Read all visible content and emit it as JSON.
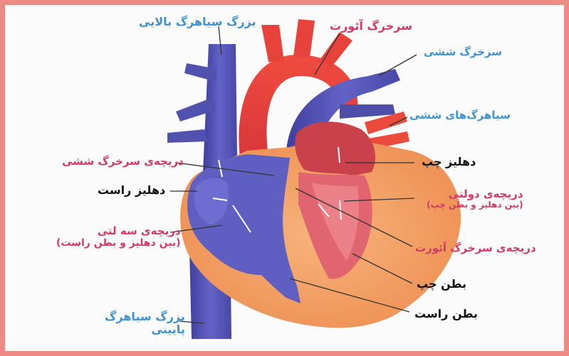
{
  "diagram": {
    "labels": {
      "superior_vena_cava": "بزرگ سیاهرگ بالایی",
      "aorta": "سرخرگ آئورت",
      "pulmonary_artery": "سرخرگ ششی",
      "pulmonary_veins": "سیاهرگ‌های ششی",
      "left_atrium": "دهلیز چپ",
      "pulmonary_valve": "دریچه‌ی سرخرگ ششی",
      "right_atrium": "دهلیز راست",
      "mitral_valve": "دریچه‌ی دولتی",
      "mitral_valve_note": "(بین دهلیز و بطن چپ)",
      "tricuspid_valve": "دریچه‌ی سه لتی",
      "tricuspid_valve_note": "(بین دهلیز و بطن راست)",
      "aortic_valve": "دریچه‌ی سرخرگ آئورت",
      "left_ventricle": "بطن چپ",
      "right_ventricle": "بطن راست",
      "inferior_vena_cava_line1": "بزرگ سیاهرگ",
      "inferior_vena_cava_line2": "پایینی"
    },
    "colors": {
      "frame": "#ee8a86",
      "vein_blue": "#5a58b8",
      "artery_red": "#e8483f",
      "muscle_orange": "#f4a66c",
      "label_blue": "#3f93d1",
      "label_red": "#d23a63"
    }
  }
}
